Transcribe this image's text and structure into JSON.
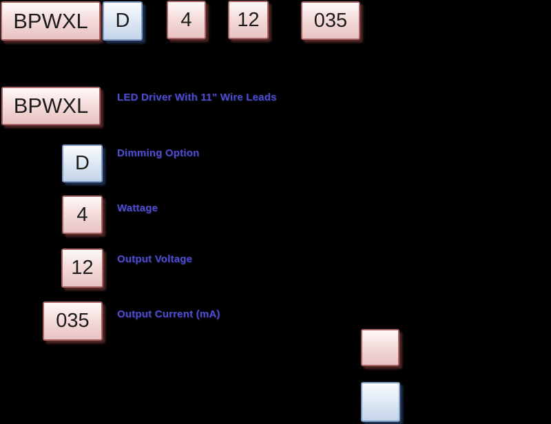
{
  "part_number": {
    "segments": [
      {
        "code": "BPWXL",
        "variant": "pink"
      },
      {
        "code": "D",
        "variant": "blue"
      },
      {
        "code": "4",
        "variant": "pink"
      },
      {
        "code": "12",
        "variant": "pink"
      },
      {
        "code": "035",
        "variant": "pink"
      }
    ]
  },
  "legend": {
    "rows": [
      {
        "code": "BPWXL",
        "variant": "pink",
        "label": "LED Driver With 11” Wire Leads"
      },
      {
        "code": "D",
        "variant": "blue",
        "label": "Dimming Option"
      },
      {
        "code": "4",
        "variant": "pink",
        "label": "Wattage"
      },
      {
        "code": "12",
        "variant": "pink",
        "label": "Output Voltage"
      },
      {
        "code": "035",
        "variant": "pink",
        "label": "Output Current (mA)"
      }
    ]
  },
  "extra_boxes": [
    {
      "variant": "pink",
      "label": ""
    },
    {
      "variant": "blue",
      "label": ""
    }
  ],
  "colors": {
    "background": "#000000",
    "pink_box_border": "#a96262",
    "pink_box_fill_top": "#fefaf9",
    "pink_box_fill_bottom": "#e8c2c2",
    "pink_box_shadow": "#4f2626",
    "blue_box_border": "#7f9cc4",
    "blue_box_fill_top": "#f9fbfe",
    "blue_box_fill_bottom": "#c4d4e9",
    "blue_box_shadow": "#1f3050",
    "label_text": "#4f4ccb",
    "box_text": "#1c1c1c"
  }
}
